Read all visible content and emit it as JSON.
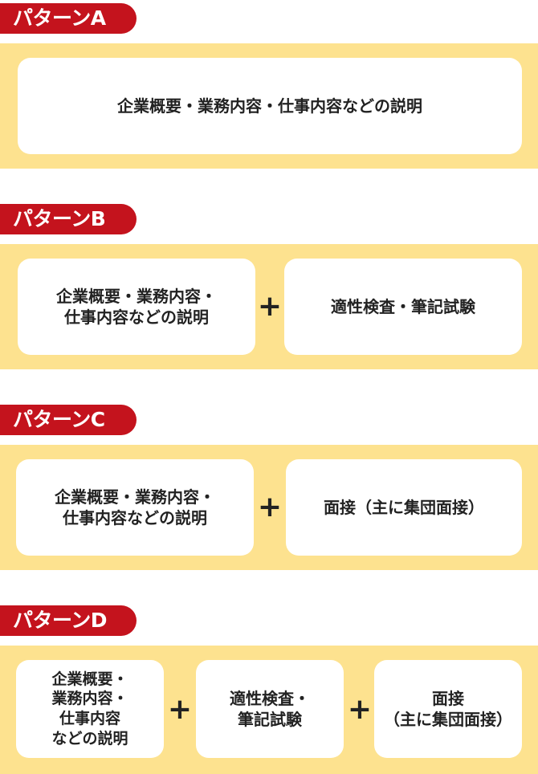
{
  "patterns": [
    {
      "label": "パターンA",
      "boxes": [
        "企業概要・業務内容・仕事内容などの説明"
      ]
    },
    {
      "label": "パターンB",
      "boxes": [
        "企業概要・業務内容・\n仕事内容などの説明",
        "適性検査・筆記試験"
      ]
    },
    {
      "label": "パターンC",
      "boxes": [
        "企業概要・業務内容・\n仕事内容などの説明",
        "面接（主に集団面接）"
      ]
    },
    {
      "label": "パターンD",
      "boxes": [
        "企業概要・\n業務内容・\n仕事内容\nなどの説明",
        "適性検査・\n筆記試験",
        "面接\n（主に集団面接）"
      ]
    }
  ],
  "plus_symbol": "+",
  "colors": {
    "tag_red": "#c4131d",
    "band_yellow": "#fde28f",
    "box_white": "#ffffff",
    "text": "#222222"
  }
}
